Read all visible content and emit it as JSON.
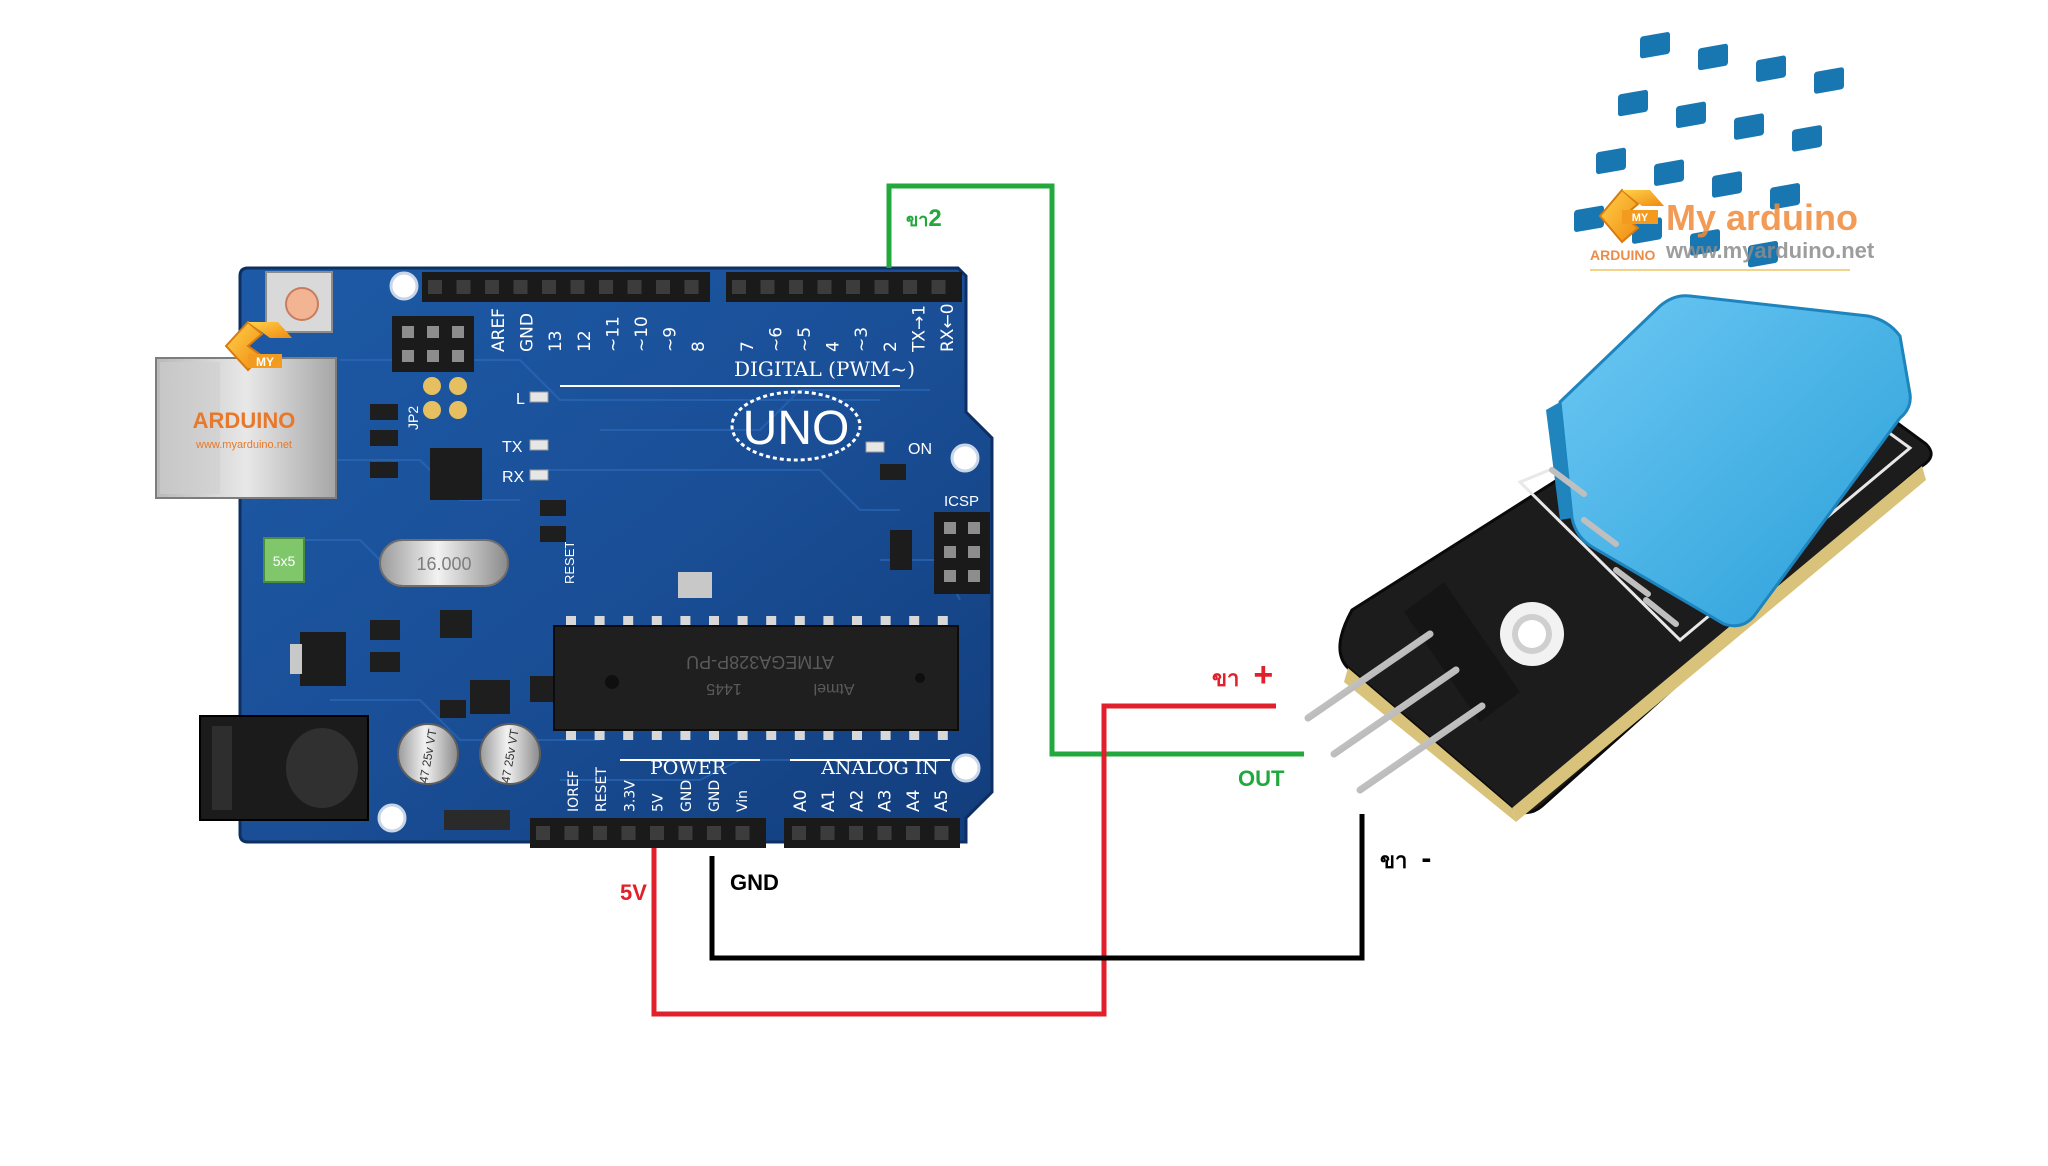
{
  "watermark": {
    "brand": "My arduino",
    "url": "www.myarduino.net",
    "badge_my": "MY",
    "badge_arduino": "ARDUINO",
    "board_logo_text": "ARDUINO",
    "board_logo_url": "www.myarduino.net"
  },
  "board": {
    "digital_label": "DIGITAL  (PWM~)",
    "model": "UNO",
    "power_label": "POWER",
    "analog_label": "ANALOG IN",
    "icsp_label": "ICSP",
    "on_label": "ON",
    "tx_label": "TX",
    "rx_label": "RX",
    "l_label": "L",
    "chip_text_1": "ATMEGA328P-PU",
    "chip_text_2": "1445",
    "chip_brand": "Atmel",
    "crystal_text": "16.000",
    "fuse_text": "5x5",
    "cap_text": "47 25v VT",
    "reset_label": "RESET",
    "jp2_label": "JP2",
    "digital_pins": [
      "AREF",
      "GND",
      "13",
      "12",
      "~11",
      "~10",
      "~9",
      "8",
      "7",
      "~6",
      "~5",
      "4",
      "~3",
      "2",
      "TX→1",
      "RX←0"
    ],
    "power_pins": [
      "IOREF",
      "RESET",
      "3.3V",
      "5V",
      "GND",
      "GND",
      "Vin"
    ],
    "analog_pins": [
      "A0",
      "A1",
      "A2",
      "A3",
      "A4",
      "A5"
    ]
  },
  "wiring": {
    "pin2": {
      "prefix": "ขา",
      "num": "2",
      "color": "#22a83c"
    },
    "v5": {
      "label": "5V",
      "color": "#e0202a"
    },
    "gnd": {
      "label": "GND",
      "color": "#000000"
    },
    "plus": {
      "prefix": "ขา",
      "sign": "+",
      "color": "#e0202a"
    },
    "out": {
      "label": "OUT",
      "color": "#22a83c"
    },
    "minus": {
      "prefix": "ขา",
      "sign": "-",
      "color": "#000000"
    }
  }
}
